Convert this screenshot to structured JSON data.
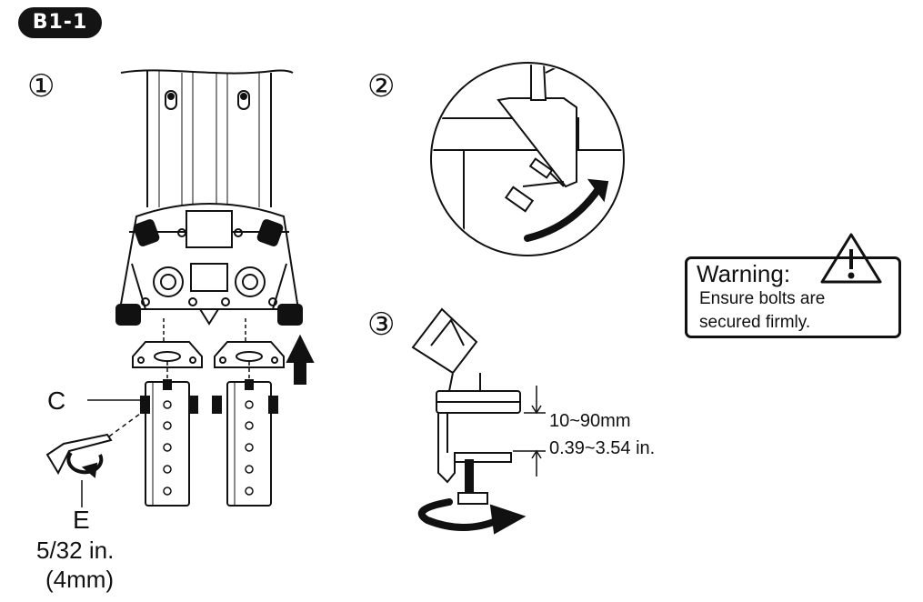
{
  "badge": "B1-1",
  "steps": [
    "①",
    "②",
    "③"
  ],
  "labels": {
    "c": "C",
    "e": "E",
    "tool_size_in": "5/32 in.",
    "tool_size_mm": "(4mm)"
  },
  "clamp_range": {
    "mm": "10~90mm",
    "in": "0.39~3.54 in."
  },
  "warning": {
    "title": "Warning:",
    "line1": "Ensure bolts are",
    "line2": "secured firmly."
  }
}
